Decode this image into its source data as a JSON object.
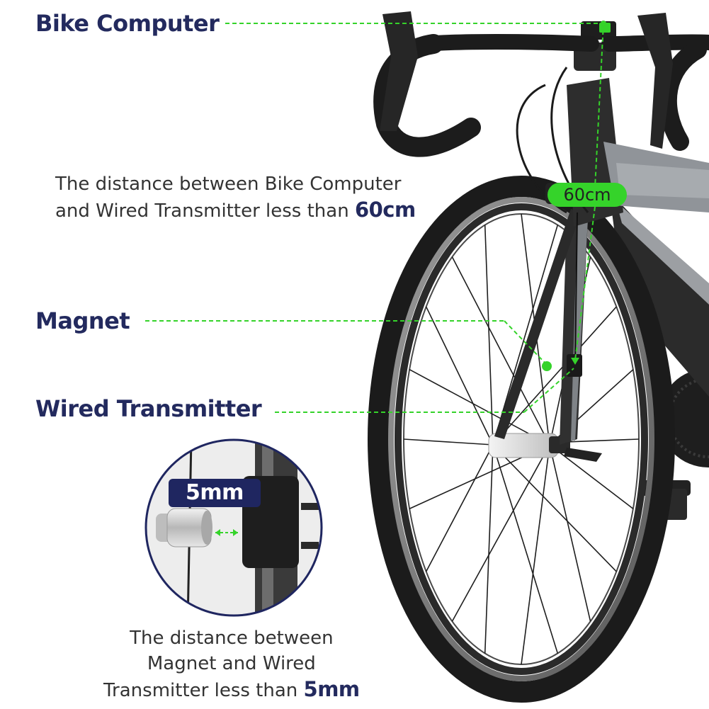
{
  "labels": {
    "bike_computer": "Bike Computer",
    "magnet": "Magnet",
    "wired_transmitter": "Wired Transmitter"
  },
  "distance_computer": {
    "line1": "The distance between Bike Computer",
    "line2": "and Wired Transmitter less than",
    "value": "60cm"
  },
  "distance_magnet": {
    "line1": "The distance between",
    "line2": "Magnet and Wired",
    "line3": "Transmitter less than",
    "value": "5mm"
  },
  "badges": {
    "frame_distance": "60cm",
    "inset_gap": "5mm"
  },
  "colors": {
    "label_navy": "#232a5e",
    "guide_green": "#35d32a",
    "inset_border": "#1f2660",
    "tire": "#1b1b1b",
    "frame_dark": "#2a2a2a",
    "frame_gray": "#8e9296"
  }
}
